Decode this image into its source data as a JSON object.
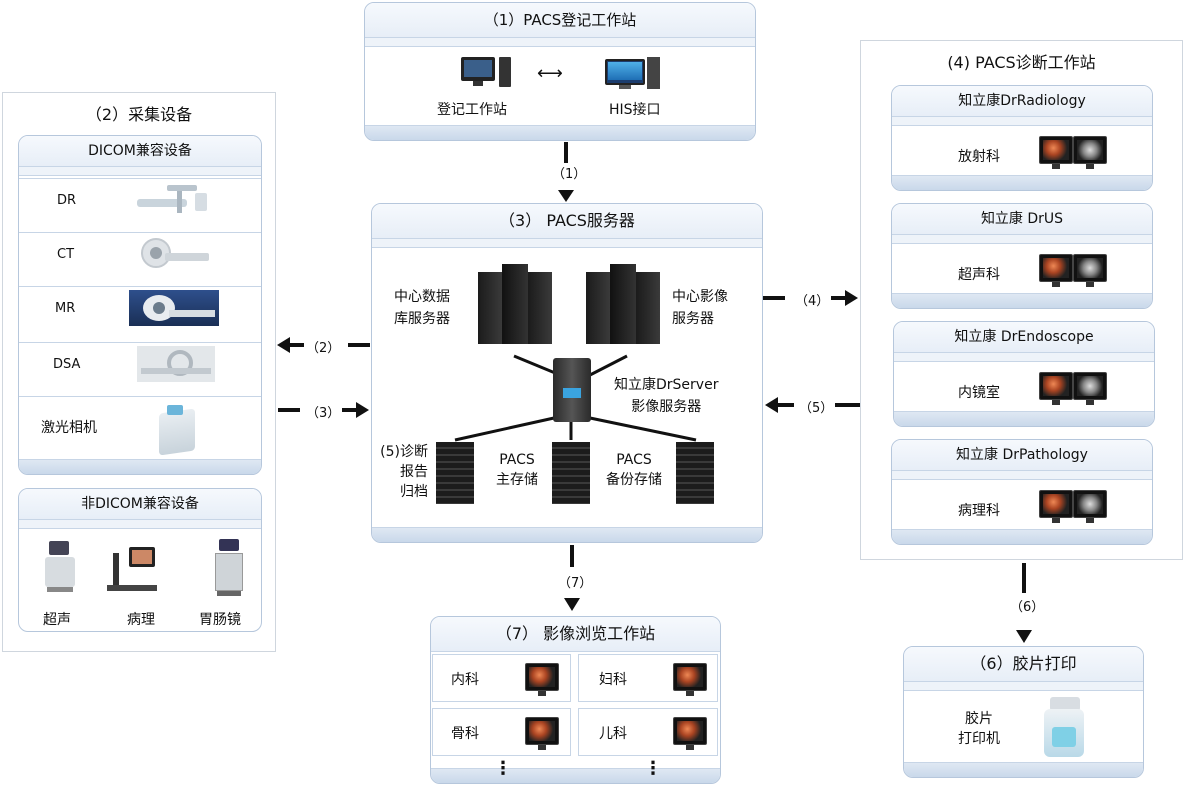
{
  "registration": {
    "title": "（1）PACS登记工作站",
    "left_label": "登记工作站",
    "right_label": "HIS接口"
  },
  "acquisition": {
    "title": "（2）采集设备",
    "dicom_title": "DICOM兼容设备",
    "dicom_items": [
      "DR",
      "CT",
      "MR",
      "DSA",
      "激光相机"
    ],
    "non_dicom_title": "非DICOM兼容设备",
    "non_dicom_items": [
      "超声",
      "病理",
      "胃肠镜"
    ]
  },
  "server": {
    "title": "（3） PACS服务器",
    "db_server": [
      "中心数据",
      "库服务器"
    ],
    "image_server": [
      "中心影像",
      "服务器"
    ],
    "dr_server": [
      "知立康DrServer",
      "影像服务器"
    ],
    "report_archive": [
      "(5)诊断",
      "报告",
      "归档"
    ],
    "main_storage": [
      "PACS",
      "主存储"
    ],
    "backup_storage": [
      "PACS",
      "备份存储"
    ]
  },
  "diagnosis": {
    "title": "(4) PACS诊断工作站",
    "stations": [
      {
        "name": "知立康DrRadiology",
        "dept": "放射科"
      },
      {
        "name": "知立康 DrUS",
        "dept": "超声科"
      },
      {
        "name": "知立康 DrEndoscope",
        "dept": "内镜室"
      },
      {
        "name": "知立康 DrPathology",
        "dept": "病理科"
      }
    ]
  },
  "browse": {
    "title": "（7） 影像浏览工作站",
    "items": [
      "内科",
      "妇科",
      "骨科",
      "儿科"
    ],
    "more": "⋮"
  },
  "film": {
    "title": "（6）胶片打印",
    "label": [
      "胶片",
      "打印机"
    ]
  },
  "arrows": {
    "a1": "（1）",
    "a2": "（2）",
    "a3": "（3）",
    "a4": "（4）",
    "a5": "（5）",
    "a6": "（6）",
    "a7": "（7）",
    "bidir": "⟷"
  }
}
